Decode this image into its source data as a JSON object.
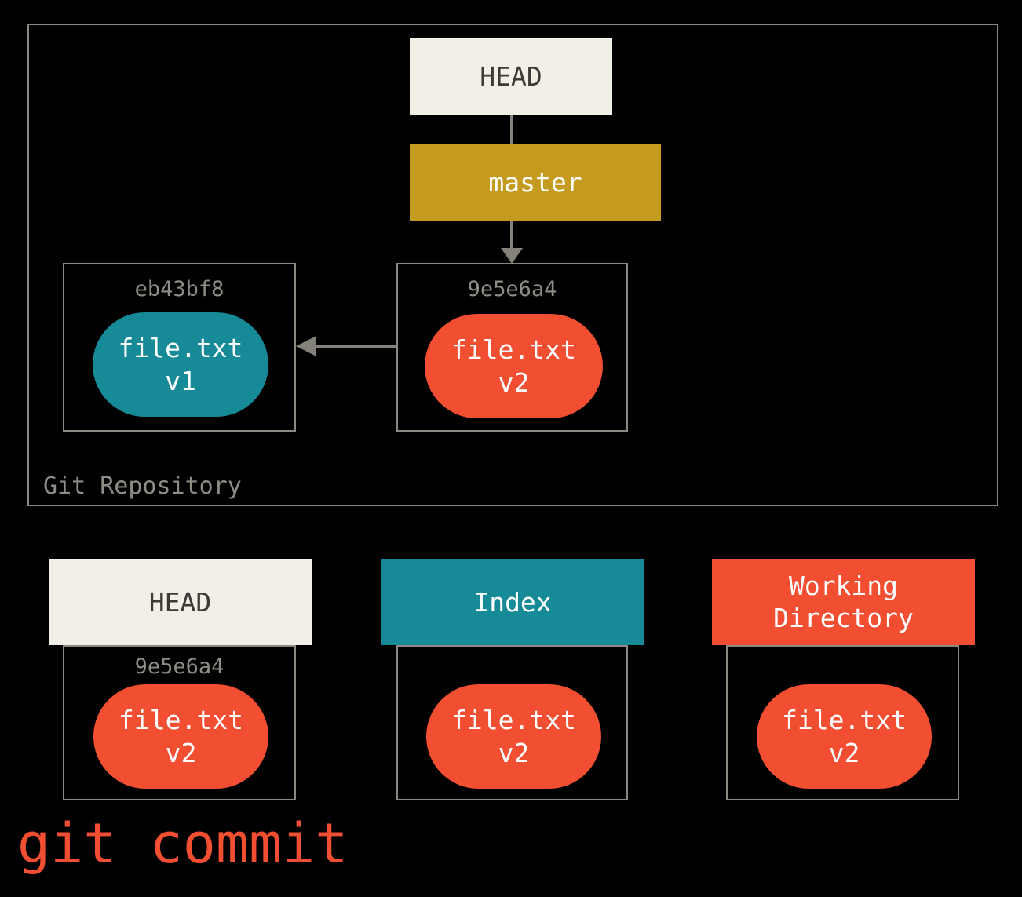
{
  "colors": {
    "background": "#000000",
    "box_border": "#8b8882",
    "muted_text": "#8f8c86",
    "cream": "#f2f0e6",
    "cream_text": "#3c3b37",
    "gold": "#c49a1f",
    "teal": "#168a97",
    "orange": "#f14e32",
    "white_text": "#ffffff"
  },
  "repository": {
    "label": "Git Repository",
    "head": "HEAD",
    "branch": "master",
    "commits": [
      {
        "hash": "eb43bf8",
        "file": "file.txt",
        "version": "v1"
      },
      {
        "hash": "9e5e6a4",
        "file": "file.txt",
        "version": "v2"
      }
    ]
  },
  "areas": [
    {
      "title": "HEAD",
      "hash": "9e5e6a4",
      "file": "file.txt",
      "version": "v2"
    },
    {
      "title": "Index",
      "file": "file.txt",
      "version": "v2"
    },
    {
      "title": "Working\nDirectory",
      "file": "file.txt",
      "version": "v2"
    }
  ],
  "caption": "git commit"
}
